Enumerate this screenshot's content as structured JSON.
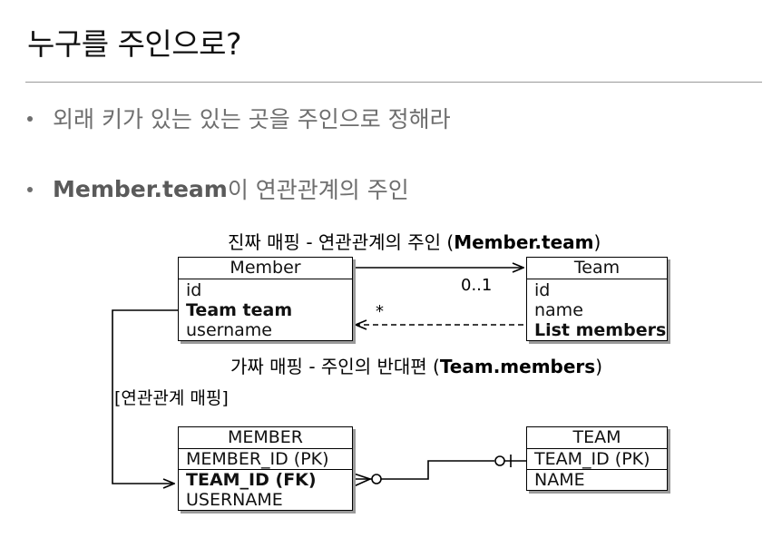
{
  "title": "누구를 주인으로?",
  "bullets": [
    {
      "text": "외래 키가 있는 있는 곳을 주인으로 정해라"
    },
    {
      "bold": "Member.team",
      "after": "이 연관관계의 주인"
    }
  ],
  "diagram": {
    "top_caption": {
      "before": "진짜 매핑 - 연관관계의 주인 (",
      "bold": "Member.team",
      "after": ")"
    },
    "mid_caption": {
      "before": "가짜 매핑 - 주인의 반대편 (",
      "bold": "Team.members",
      "after": ")"
    },
    "side_label": "[연관관계 매핑]",
    "member_class": {
      "name": "Member",
      "fields": [
        "id",
        "Team team",
        "username"
      ]
    },
    "team_class": {
      "name": "Team",
      "fields": [
        "id",
        "name",
        "List members"
      ]
    },
    "member_table": {
      "name": "MEMBER",
      "pk": "MEMBER_ID (PK)",
      "fk": "TEAM_ID (FK)",
      "cols": [
        "USERNAME"
      ]
    },
    "team_table": {
      "name": "TEAM",
      "pk": "TEAM_ID (PK)",
      "cols": [
        "NAME"
      ]
    },
    "mult_one": "0..1",
    "mult_many": "*"
  }
}
